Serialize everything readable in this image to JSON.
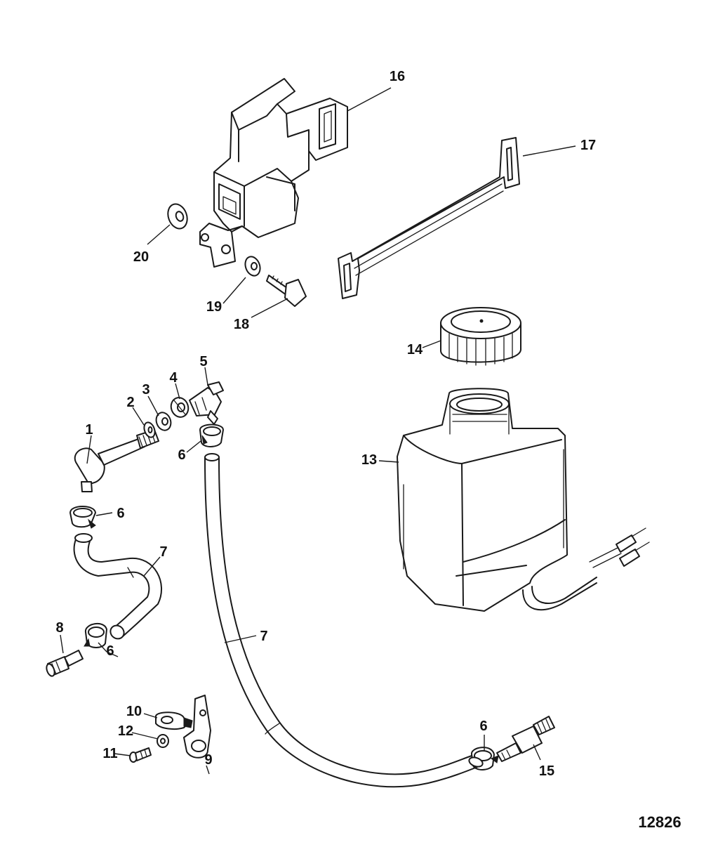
{
  "diagram": {
    "reference_number": "12826",
    "callouts": [
      {
        "id": "c1",
        "label": "1"
      },
      {
        "id": "c2",
        "label": "2"
      },
      {
        "id": "c3",
        "label": "3"
      },
      {
        "id": "c4",
        "label": "4"
      },
      {
        "id": "c5",
        "label": "5"
      },
      {
        "id": "c6a",
        "label": "6"
      },
      {
        "id": "c6b",
        "label": "6"
      },
      {
        "id": "c6c",
        "label": "6"
      },
      {
        "id": "c6d",
        "label": "6"
      },
      {
        "id": "c7a",
        "label": "7"
      },
      {
        "id": "c7b",
        "label": "7"
      },
      {
        "id": "c8",
        "label": "8"
      },
      {
        "id": "c9",
        "label": "9"
      },
      {
        "id": "c10",
        "label": "10"
      },
      {
        "id": "c11",
        "label": "11"
      },
      {
        "id": "c12",
        "label": "12"
      },
      {
        "id": "c13",
        "label": "13"
      },
      {
        "id": "c14",
        "label": "14"
      },
      {
        "id": "c15",
        "label": "15"
      },
      {
        "id": "c16",
        "label": "16"
      },
      {
        "id": "c17",
        "label": "17"
      },
      {
        "id": "c18",
        "label": "18"
      },
      {
        "id": "c19",
        "label": "19"
      },
      {
        "id": "c20",
        "label": "20"
      }
    ]
  }
}
